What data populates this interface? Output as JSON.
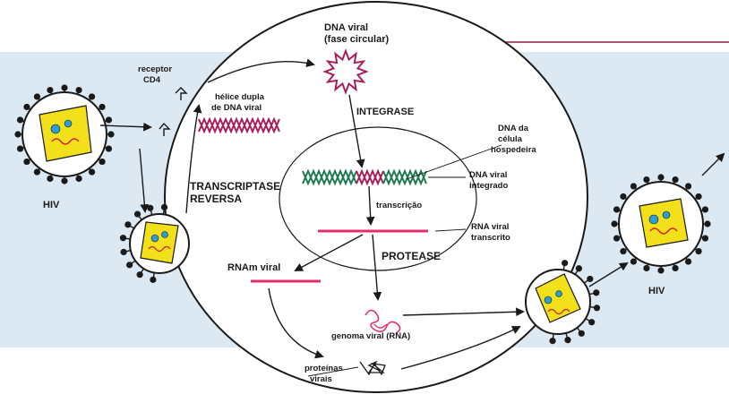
{
  "labels": {
    "dna_viral_line1": "DNA viral",
    "dna_viral_line2": "(fase circular)",
    "receptor_line1": "receptor",
    "receptor_line2": "CD4",
    "helice_line1": "hélice dupla",
    "helice_line2": "de DNA viral",
    "integrase": "INTEGRASE",
    "dna_celula_line1": "DNA da",
    "dna_celula_line2": "célula",
    "dna_celula_line3": "hospedeira",
    "dna_integrado_line1": "DNA viral",
    "dna_integrado_line2": "integrado",
    "transcriptase_line1": "TRANSCRIPTASE",
    "transcriptase_line2": "REVERSA",
    "transcricao": "transcrição",
    "rna_transcrito_line1": "RNA viral",
    "rna_transcrito_line2": "transcrito",
    "protease": "PROTEASE",
    "rnam_viral": "RNAm viral",
    "genoma_viral": "genoma viral (RNA)",
    "proteinas_line1": "proteínas",
    "proteinas_line2": "virais",
    "hiv_left": "HIV",
    "hiv_right": "HIV"
  },
  "colors": {
    "background_band": "#dce8f2",
    "cell_fill": "#ffffff",
    "cell_stroke": "#1a1a1a",
    "viral_dna": "#a8205a",
    "host_dna": "#1f7a55",
    "rna": "#e0306a",
    "capsid": "#f2e01a",
    "capsid_dot": "#2a9fd6",
    "virus_ring": "#1a1a1a"
  }
}
